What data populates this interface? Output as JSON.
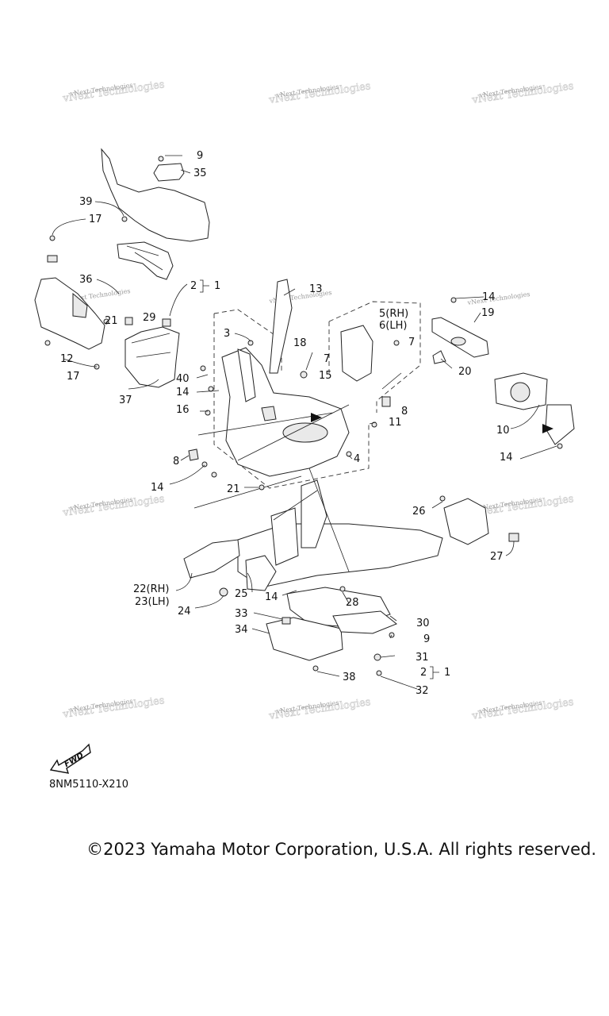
{
  "diagram": {
    "diagram_code": "8NM5110-X210",
    "copyright": "©2023 Yamaha Motor Corporation, U.S.A. All rights reserved.",
    "watermark_text": "vNext Technologies",
    "fwd_label": "FWD",
    "callouts": [
      "9",
      "35",
      "39",
      "17",
      "36",
      "2",
      "1",
      "13",
      "14",
      "19",
      "21",
      "29",
      "12",
      "17",
      "37",
      "3",
      "18",
      "7",
      "15",
      "40",
      "14",
      "16",
      "5(RH)",
      "6(LH)",
      "7",
      "20",
      "8",
      "11",
      "10",
      "14",
      "8",
      "4",
      "14",
      "21",
      "26",
      "27",
      "22(RH)",
      "23(LH)",
      "25",
      "14",
      "28",
      "24",
      "33",
      "30",
      "34",
      "9",
      "31",
      "2",
      "1",
      "38",
      "32"
    ]
  }
}
